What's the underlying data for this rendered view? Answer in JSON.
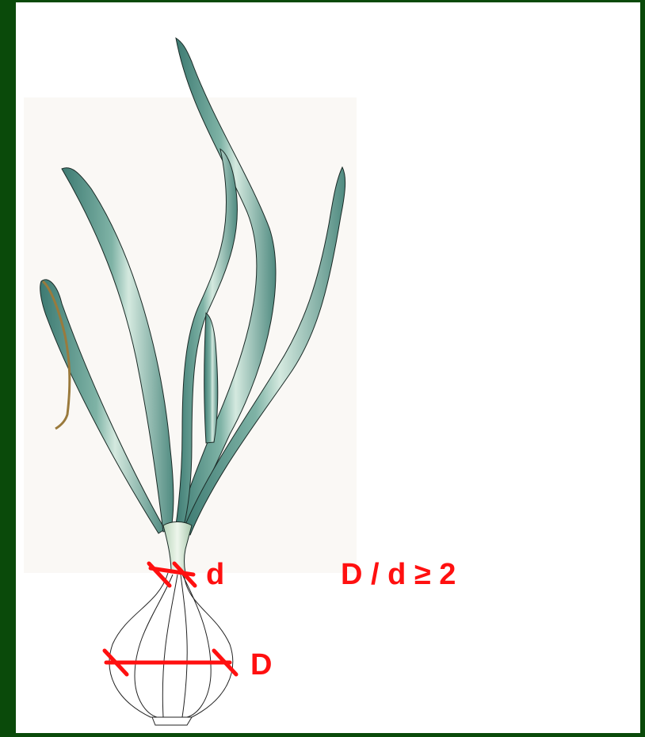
{
  "labels": {
    "neck_diameter": "d",
    "bulb_diameter": "D",
    "ratio_rule": "D / d ≥ 2"
  },
  "colors": {
    "frame": "#0a4a0a",
    "background": "#ffffff",
    "annotation": "#ff1010",
    "leaf": "#5f9a8f",
    "leaf_highlight": "#cfe6dc"
  }
}
